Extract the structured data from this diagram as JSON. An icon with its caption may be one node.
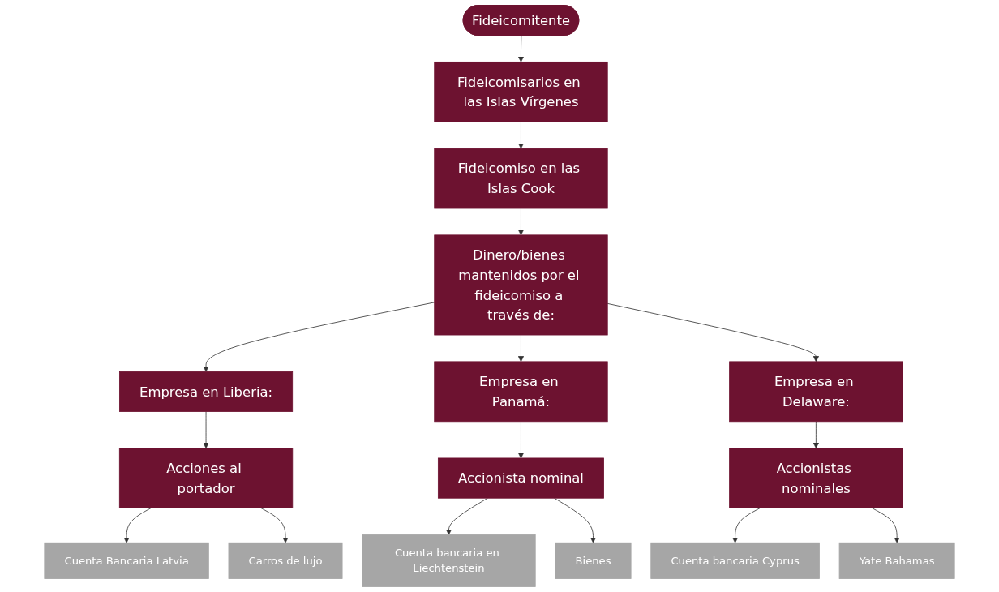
{
  "diagram": {
    "nodes": [
      {
        "text": [
          "Fideicomitente"
        ]
      },
      {
        "text": [
          "Fideicomisarios en las Islas Vírgenes"
        ]
      },
      {
        "text": [
          "Fideicomiso en las Islas Cook"
        ]
      },
      {
        "text": [
          "Dinero/bienes mantenidos por el fideicomiso a través de:"
        ]
      },
      {
        "text": [
          "Empresa en Liberia:"
        ]
      },
      {
        "text": [
          "Empresa en Panamá:"
        ]
      },
      {
        "text": [
          "Empresa en Delaware:"
        ]
      },
      {
        "text": [
          "Acciones al portador"
        ]
      },
      {
        "text": [
          "Accionista nominal"
        ]
      },
      {
        "text": [
          "Accionistas nominales"
        ]
      },
      {
        "text": [
          "Cuenta Bancaria Latvia"
        ]
      },
      {
        "text": [
          "Carros de lujo"
        ]
      },
      {
        "text": [
          "Cuenta bancaria en Liechtenstein"
        ]
      },
      {
        "text": [
          "Bienes"
        ]
      },
      {
        "text": [
          "Cuenta bancaria Cyprus"
        ]
      },
      {
        "text": [
          "Yate Bahamas"
        ]
      }
    ],
    "edges": [
      {
        "from": 0,
        "to": 1,
        "arrow": "to"
      },
      {
        "from": 1,
        "to": 2,
        "arrow": "to"
      },
      {
        "from": 2,
        "to": 3,
        "arrow": "to"
      },
      {
        "from": 3,
        "to": 4,
        "arrow": "to"
      },
      {
        "from": 3,
        "to": 5,
        "arrow": "to"
      },
      {
        "from": 3,
        "to": 6,
        "arrow": "to"
      },
      {
        "from": 4,
        "to": 7,
        "arrow": "to"
      },
      {
        "from": 5,
        "to": 8,
        "arrow": "to"
      },
      {
        "from": 6,
        "to": 9,
        "arrow": "to"
      },
      {
        "from": 7,
        "to": 10,
        "arrow": "to"
      },
      {
        "from": 7,
        "to": 11,
        "arrow": "to"
      },
      {
        "from": 8,
        "to": 12,
        "arrow": "to"
      },
      {
        "from": 8,
        "to": 13,
        "arrow": "to"
      },
      {
        "from": 9,
        "to": 14,
        "arrow": "to"
      },
      {
        "from": 9,
        "to": 15,
        "arrow": "to"
      }
    ]
  }
}
